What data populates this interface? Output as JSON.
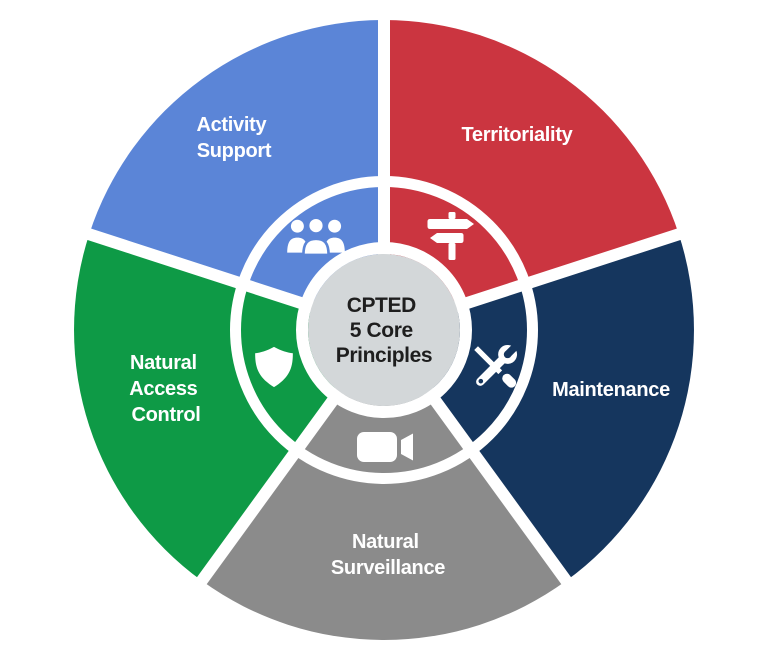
{
  "diagram": {
    "title": "CPTED 5 Core Principles",
    "type": "five-segment-wheel",
    "background_color": "#ffffff",
    "divider_color": "#ffffff",
    "label_color": "#ffffff"
  },
  "center": {
    "lines": [
      "CPTED",
      "5 Core",
      "Principles"
    ],
    "bg_color": "#d3d7d9",
    "text_color": "#1e1e1e"
  },
  "segments": [
    {
      "label": "Territoriality",
      "lines": [
        "Territoriality"
      ],
      "color": "#cb3540",
      "icon": "signpost-icon",
      "position": "top-right"
    },
    {
      "label": "Maintenance",
      "lines": [
        "Maintenance"
      ],
      "color": "#15365e",
      "icon": "tools-icon",
      "position": "right"
    },
    {
      "label": "Natural Surveillance",
      "lines": [
        "Natural",
        "Surveillance"
      ],
      "color": "#8b8b8b",
      "icon": "video-camera-icon",
      "position": "bottom"
    },
    {
      "label": "Natural Access Control",
      "lines": [
        "Natural",
        "Access",
        "Control"
      ],
      "color": "#0e9a46",
      "icon": "shield-icon",
      "position": "left"
    },
    {
      "label": "Activity Support",
      "lines": [
        "Activity",
        "Support"
      ],
      "color": "#5b85d7",
      "icon": "people-icon",
      "position": "top-left"
    }
  ]
}
